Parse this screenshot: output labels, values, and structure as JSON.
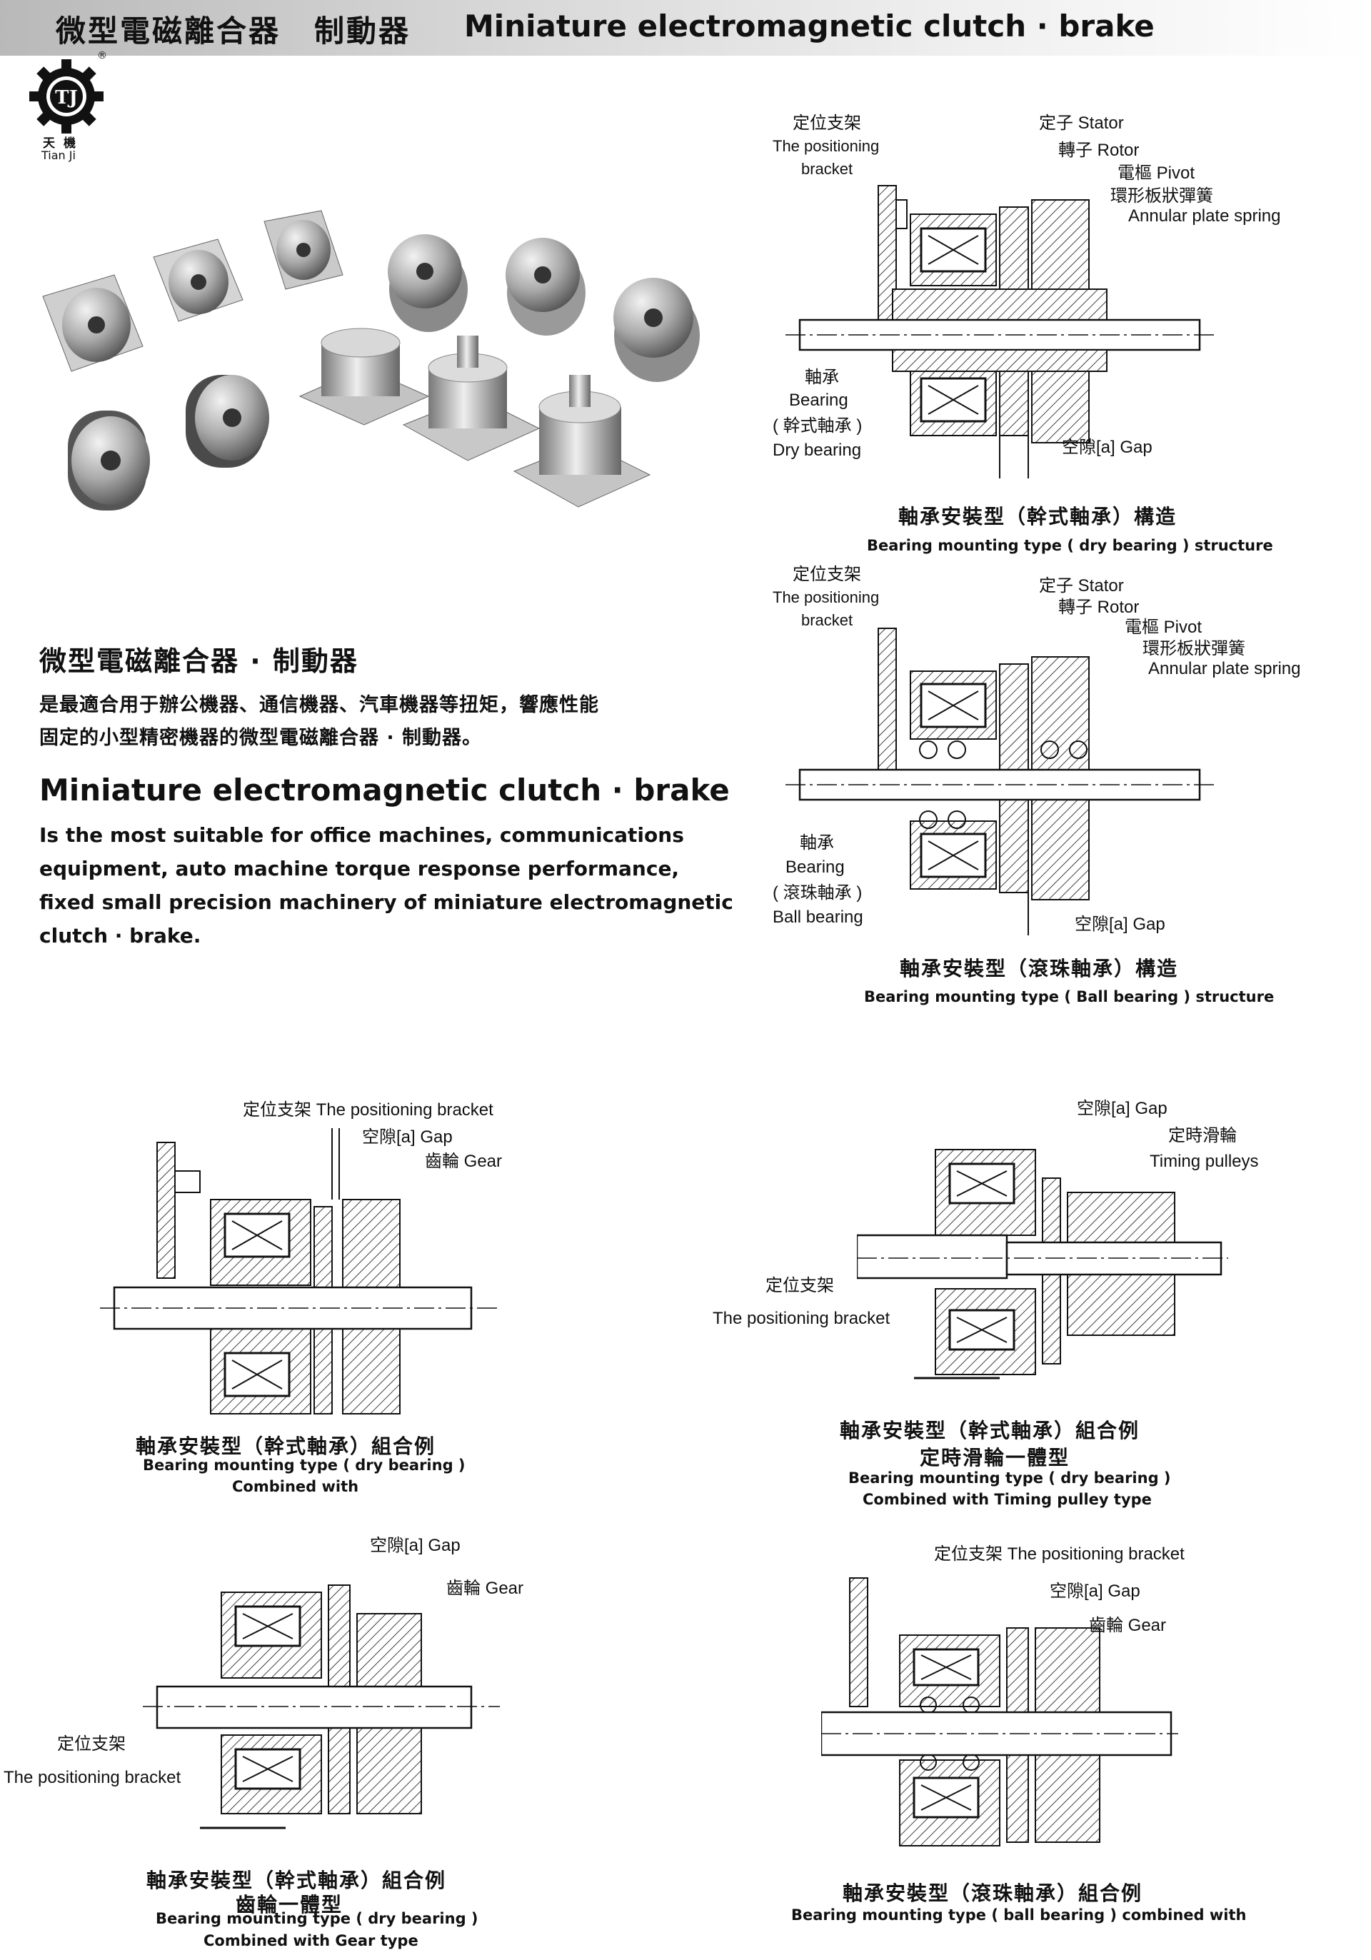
{
  "header": {
    "title_zh_1": "微型電磁離合器",
    "title_zh_2": "制動器",
    "title_en": "Miniature electromagnetic clutch · brake"
  },
  "logo": {
    "mark": "TJ",
    "registered": "®",
    "name_zh": "天機",
    "name_en": "Tian Ji"
  },
  "intro": {
    "title_zh": "微型電磁離合器 · 制動器",
    "body_zh_line1": "是最適合用于辦公機器、通信機器、汽車機器等扭矩，響應性能",
    "body_zh_line2": "固定的小型精密機器的微型電磁離合器 · 制動器。",
    "title_en": "Miniature electromagnetic clutch · brake",
    "body_en_line1": "Is the most suitable for office machines, communications",
    "body_en_line2": "equipment, auto machine torque response performance,",
    "body_en_line3": "fixed small precision machinery of miniature electromagnetic",
    "body_en_line4": "clutch · brake."
  },
  "diagram1": {
    "bracket_zh": "定位支架",
    "bracket_en_1": "The positioning",
    "bracket_en_2": "bracket",
    "stator": "定子  Stator",
    "rotor": "轉子  Rotor",
    "pivot": "電樞  Pivot",
    "spring_zh": "環形板狀彈簧",
    "spring_en": "Annular plate spring",
    "bearing_zh": "軸承",
    "bearing_en": "Bearing",
    "dry_zh": "( 幹式軸承 )",
    "dry_en": "Dry bearing",
    "gap": "空隙[a]  Gap",
    "caption_zh": "軸承安裝型（幹式軸承）構造",
    "caption_en": "Bearing mounting type ( dry bearing ) structure"
  },
  "diagram2": {
    "bracket_zh": "定位支架",
    "bracket_en_1": "The positioning",
    "bracket_en_2": "bracket",
    "stator": "定子  Stator",
    "rotor": "轉子  Rotor",
    "pivot": "電樞  Pivot",
    "spring_zh": "環形板狀彈簧",
    "spring_en": "Annular plate spring",
    "bearing_zh": "軸承",
    "bearing_en": "Bearing",
    "ball_zh": "( 滾珠軸承 )",
    "ball_en": "Ball  bearing",
    "gap": "空隙[a]  Gap",
    "caption_zh": "軸承安裝型（滾珠軸承）構造",
    "caption_en": "Bearing mounting type ( Ball  bearing ) structure"
  },
  "diagram3": {
    "bracket": "定位支架  The positioning bracket",
    "gap": "空隙[a]  Gap",
    "gear": "齒輪  Gear",
    "caption_zh": "軸承安裝型（幹式軸承）組合例",
    "caption_en_1": "Bearing mounting type ( dry bearing )",
    "caption_en_2": "Combined with"
  },
  "diagram4": {
    "gap": "空隙[a]  Gap",
    "pulley_zh": "定時滑輪",
    "pulley_en": "Timing pulleys",
    "bracket_zh": "定位支架",
    "bracket_en": "The positioning bracket",
    "caption_zh_1": "軸承安裝型（幹式軸承）組合例",
    "caption_zh_2": "定時滑輪一體型",
    "caption_en_1": "Bearing mounting type ( dry bearing )",
    "caption_en_2": "Combined with Timing pulley type"
  },
  "diagram5": {
    "gap": "空隙[a]  Gap",
    "gear": "齒輪  Gear",
    "bracket_zh": "定位支架",
    "bracket_en": "The positioning bracket",
    "caption_zh_1": "軸承安裝型（幹式軸承）組合例",
    "caption_zh_2": "齒輪一體型",
    "caption_en_1": "Bearing mounting type ( dry bearing )",
    "caption_en_2": "Combined with Gear type"
  },
  "diagram6": {
    "bracket": "定位支架  The positioning bracket",
    "gap": "空隙[a]  Gap",
    "gear": "齒輪  Gear",
    "caption_zh": "軸承安裝型（滾珠軸承）組合例",
    "caption_en": "Bearing mounting type ( ball bearing ) combined with"
  }
}
